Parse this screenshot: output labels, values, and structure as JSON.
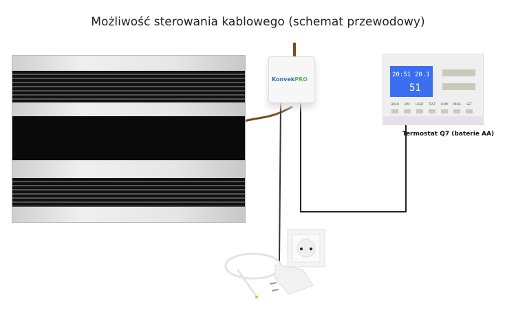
{
  "title": "Możliwość sterowania kablowego (schemat przewodowy)",
  "controller": {
    "brand": "Konvek",
    "brand_accent": "PRO"
  },
  "thermostat": {
    "label": "Termostat Q7 (baterie AA)",
    "time": "20:51",
    "set_temp": "20.1",
    "temp": "51",
    "buttons": [
      "HOLD",
      "DAY",
      "LIGHT",
      "TEST",
      "COPY",
      "PROG",
      "SET"
    ],
    "lcd_color": "#3b6ff0"
  },
  "wire_colors": {
    "power": "#7a4a1e",
    "signal": "#333333"
  }
}
